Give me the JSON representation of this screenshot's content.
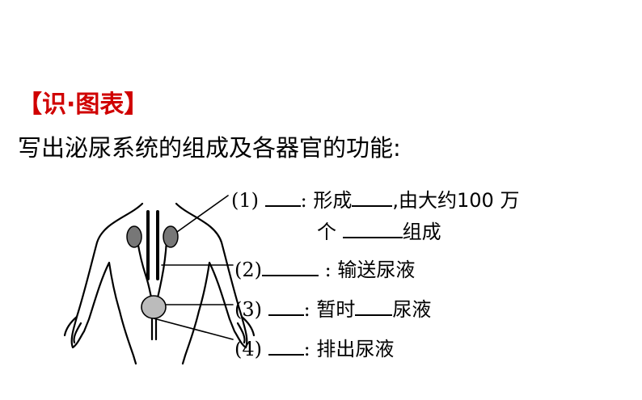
{
  "heading": "【识·图表】",
  "instruction": "写出泌尿系统的组成及各器官的功能:",
  "items": [
    {
      "num": "(1)",
      "colon": ":",
      "text_a": "形成",
      "text_b": ",由大约100 万",
      "line2_a": "个",
      "line2_b": "组成"
    },
    {
      "num": "(2)",
      "colon": ":",
      "text": "输送尿液"
    },
    {
      "num": "(3)",
      "colon": ":",
      "text_a": "暂时",
      "text_b": "尿液"
    },
    {
      "num": "(4)",
      "colon": ":",
      "text": "排出尿液"
    }
  ]
}
